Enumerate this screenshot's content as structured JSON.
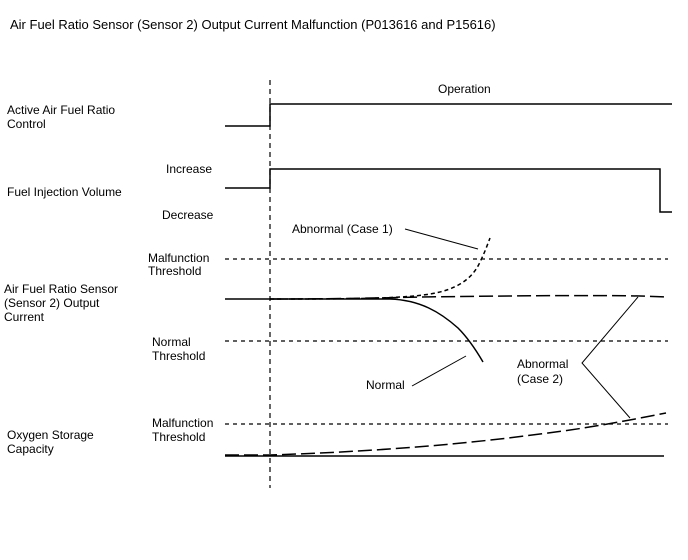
{
  "title": "Air Fuel Ratio Sensor (Sensor 2) Output Current Malfunction (P013616 and P15616)",
  "operation_label": "Operation",
  "rows": {
    "active_control": {
      "line1": "Active Air Fuel Ratio",
      "line2": "Control"
    },
    "fuel_injection": {
      "label": "Fuel Injection Volume",
      "increase": "Increase",
      "decrease": "Decrease"
    },
    "af_sensor": {
      "line1": "Air Fuel Ratio Sensor",
      "line2": "(Sensor 2) Output",
      "line3": "Current",
      "malfunction_threshold": {
        "line1": "Malfunction",
        "line2": "Threshold"
      },
      "normal_threshold": {
        "line1": "Normal",
        "line2": "Threshold"
      }
    },
    "oxygen_storage": {
      "line1": "Oxygen Storage",
      "line2": "Capacity",
      "malfunction_threshold": {
        "line1": "Malfunction",
        "line2": "Threshold"
      }
    }
  },
  "annotations": {
    "abnormal_case1": "Abnormal (Case 1)",
    "normal": "Normal",
    "abnormal_case2": {
      "line1": "Abnormal",
      "line2": "(Case 2)"
    }
  },
  "colors": {
    "line": "#000000",
    "background": "#ffffff"
  }
}
